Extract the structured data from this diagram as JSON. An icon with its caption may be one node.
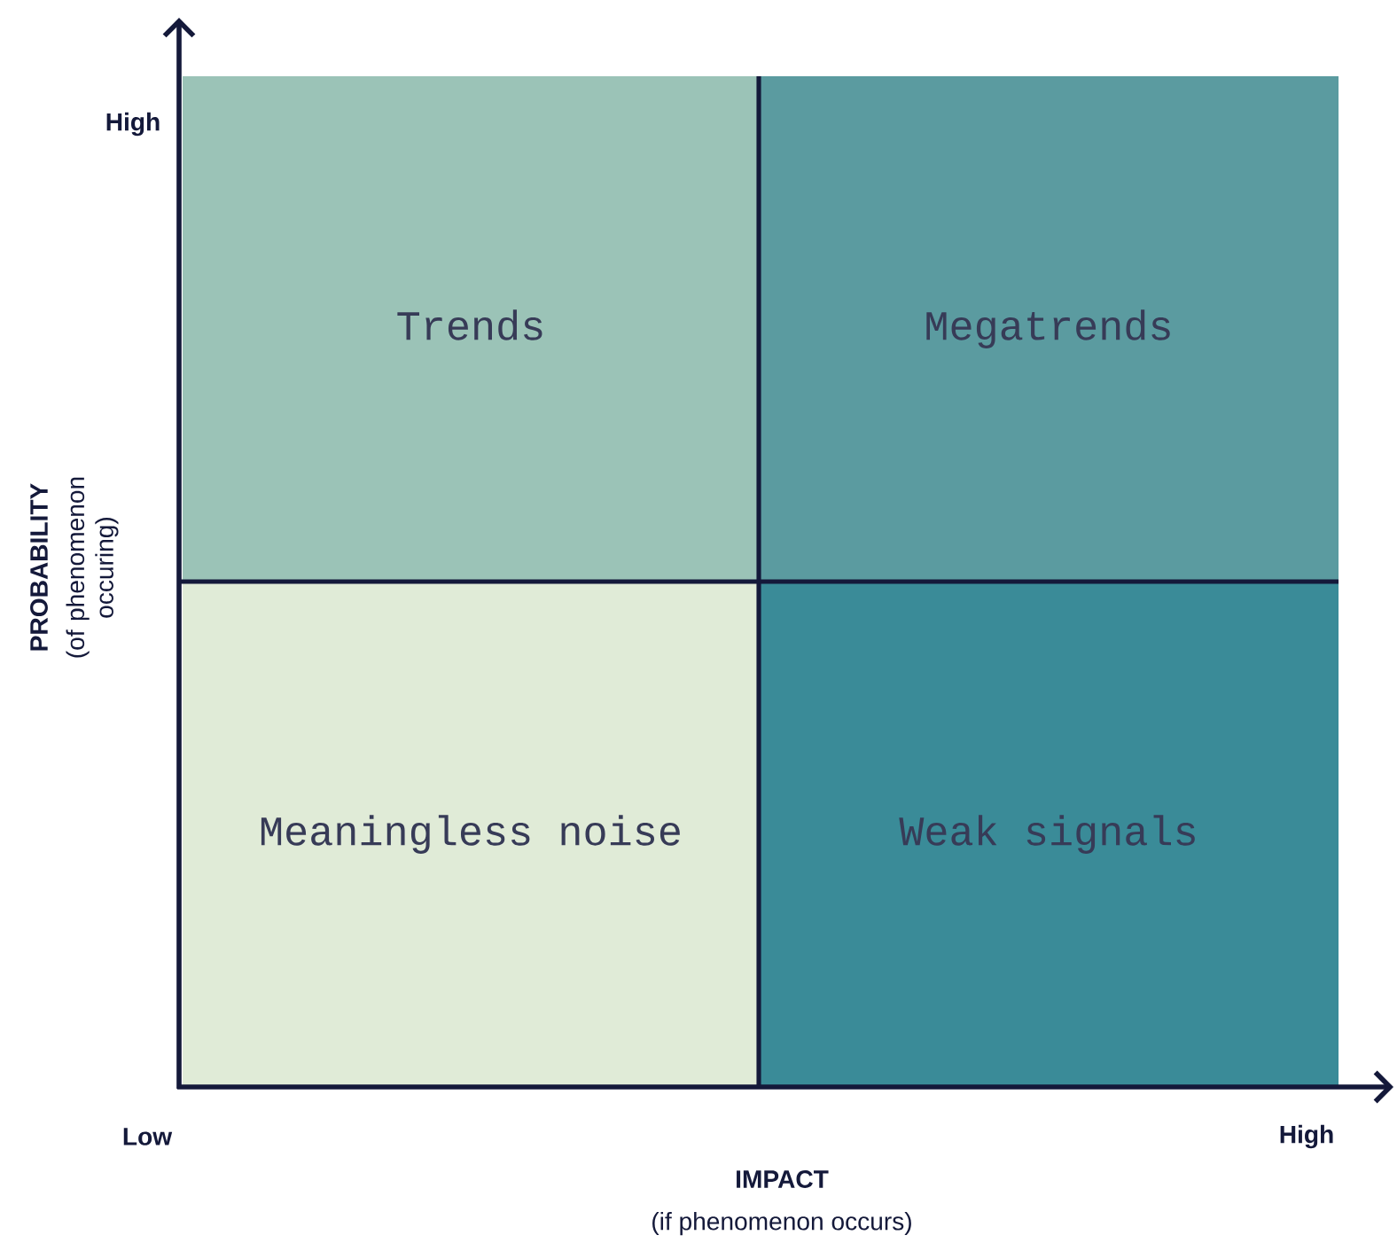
{
  "diagram": {
    "nodes": [
      {
        "text": [
          "Trends"
        ]
      },
      {
        "text": [
          "Megatrends"
        ]
      },
      {
        "text": [
          "Meaningless noise"
        ]
      },
      {
        "text": [
          "Weak signals"
        ]
      }
    ],
    "labels": [
      "High",
      "PROBABILITY",
      "(of phenomenon occuring)",
      "Low",
      "High",
      "IMPACT",
      "(if phenomenon occurs)"
    ]
  }
}
